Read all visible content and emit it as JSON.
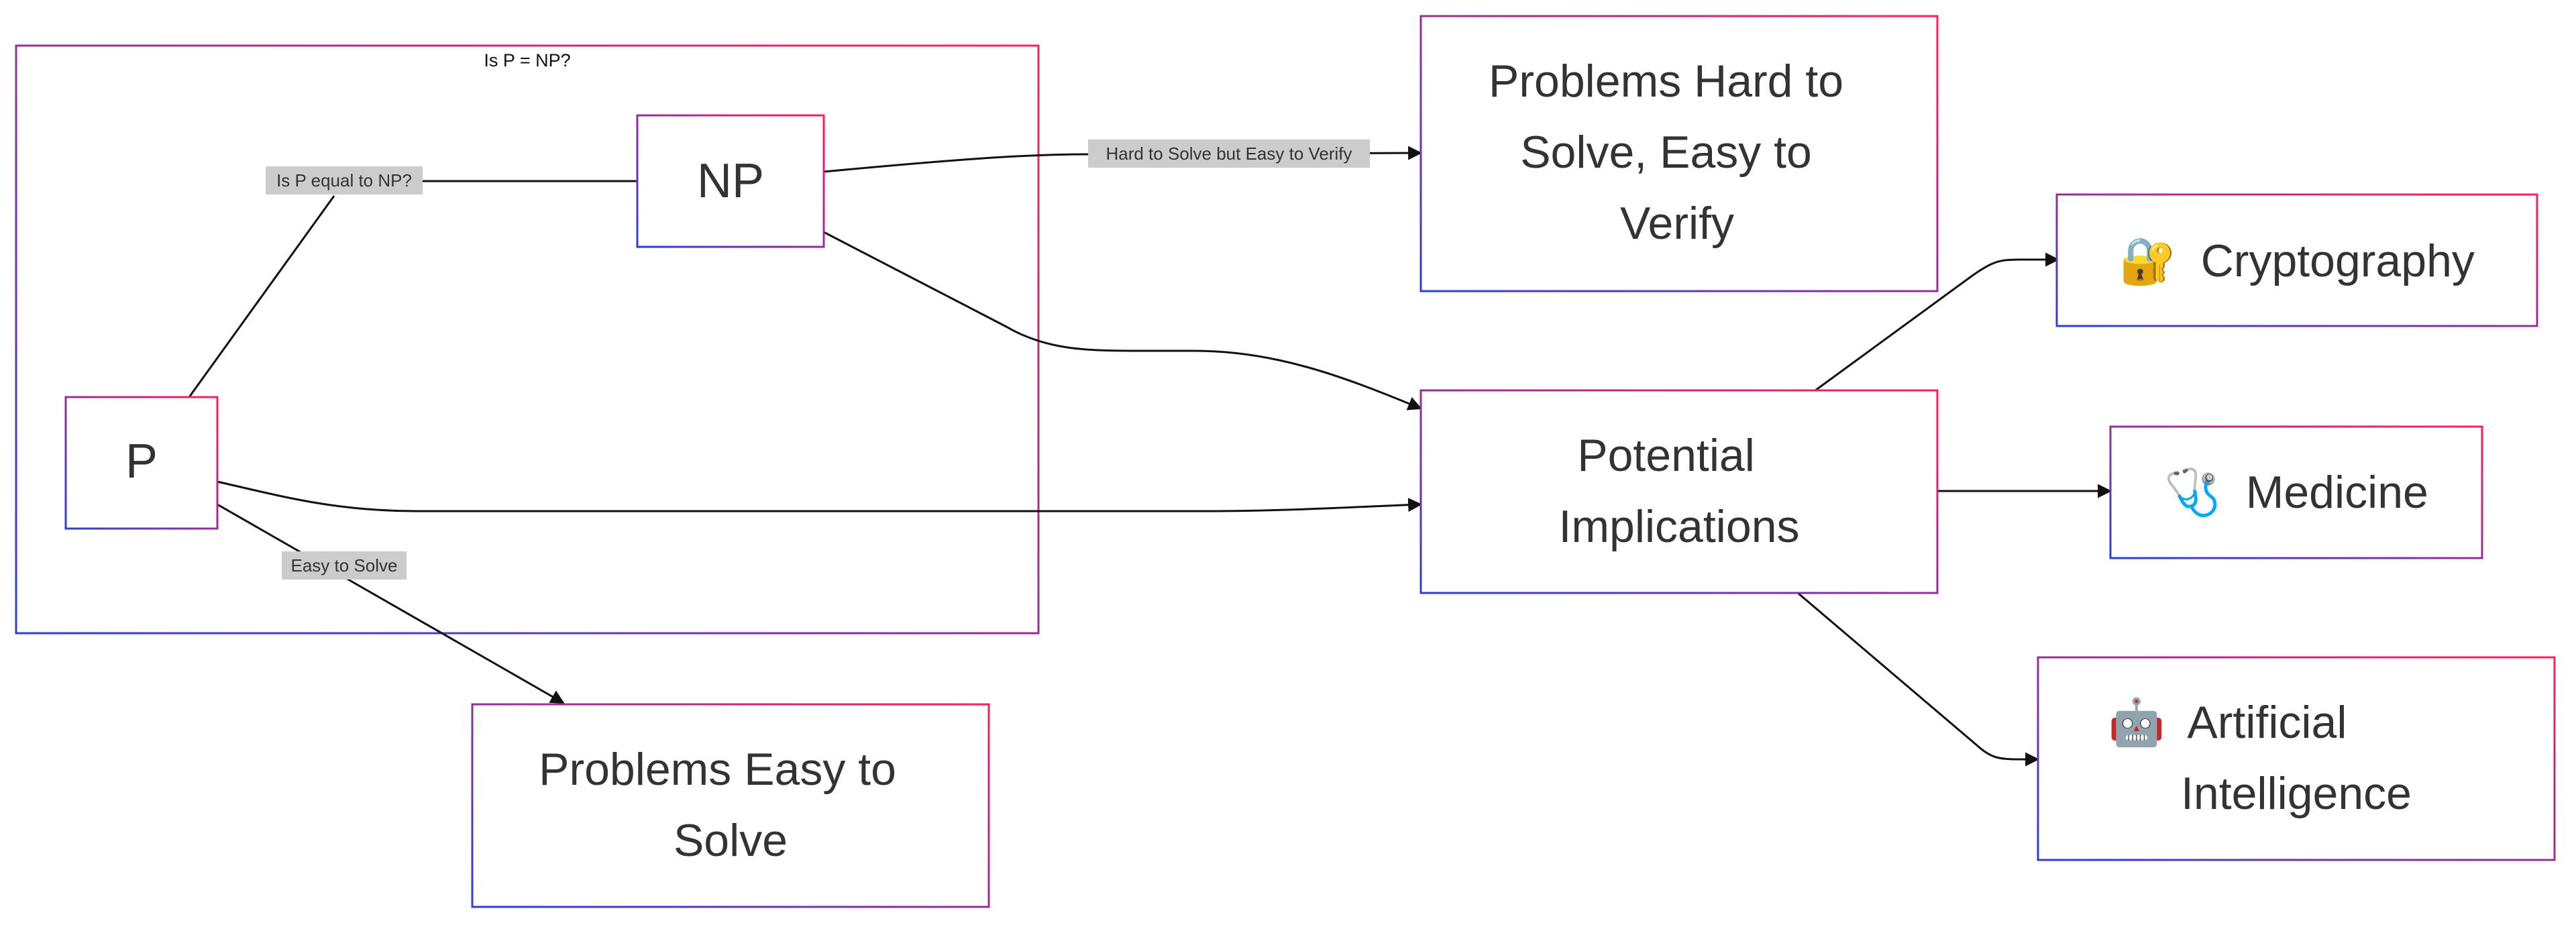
{
  "colors": {
    "border_start": "#2b3fd6",
    "border_end": "#ff1f5a",
    "edge": "#111111",
    "label_bg": "#cccccc",
    "text": "#333333"
  },
  "cluster": {
    "title": "Is P = NP?"
  },
  "nodes": {
    "p": "P",
    "np": "NP",
    "hard": [
      "Problems Hard to",
      "Solve, Easy to",
      "Verify"
    ],
    "easy": [
      "Problems Easy to",
      "Solve"
    ],
    "implications": [
      "Potential",
      "Implications"
    ],
    "crypto": {
      "icon": "lock-with-key-icon",
      "glyph": "🔐",
      "label": "Cryptography"
    },
    "medicine": {
      "icon": "stethoscope-icon",
      "glyph": "🩺",
      "label": "Medicine"
    },
    "ai": {
      "icon": "robot-icon",
      "glyph": "🤖",
      "label": [
        "Artificial",
        "Intelligence"
      ]
    }
  },
  "edge_labels": {
    "p_np": "Is P equal to NP?",
    "np_hard": "Hard to Solve but Easy to Verify",
    "p_easy": "Easy to Solve"
  }
}
